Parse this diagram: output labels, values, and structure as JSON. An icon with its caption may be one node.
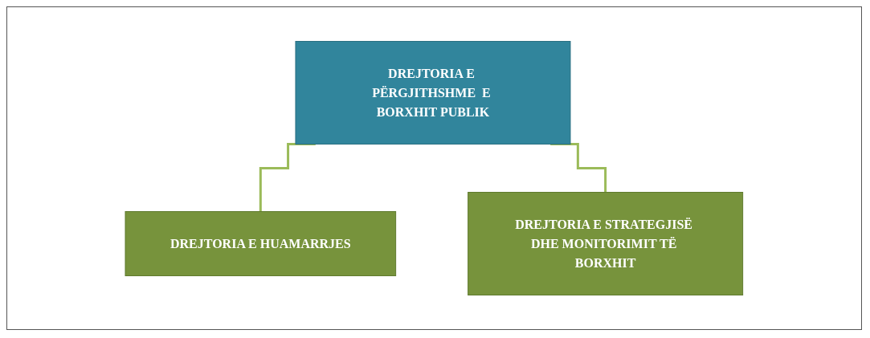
{
  "diagram": {
    "nodes": [
      {
        "text": [
          "DREJTORIA E PËRGJITHSHME  E BORXHIT PUBLIK"
        ]
      },
      {
        "text": [
          "DREJTORIA E HUAMARRJES"
        ]
      },
      {
        "text": [
          "DREJTORIA E STRATEGJISË DHE MONITORIMIT TË BORXHIT"
        ]
      }
    ],
    "edges": [
      {
        "from": 0,
        "to": 1,
        "arrow": "none"
      },
      {
        "from": 0,
        "to": 2,
        "arrow": "none"
      }
    ]
  }
}
